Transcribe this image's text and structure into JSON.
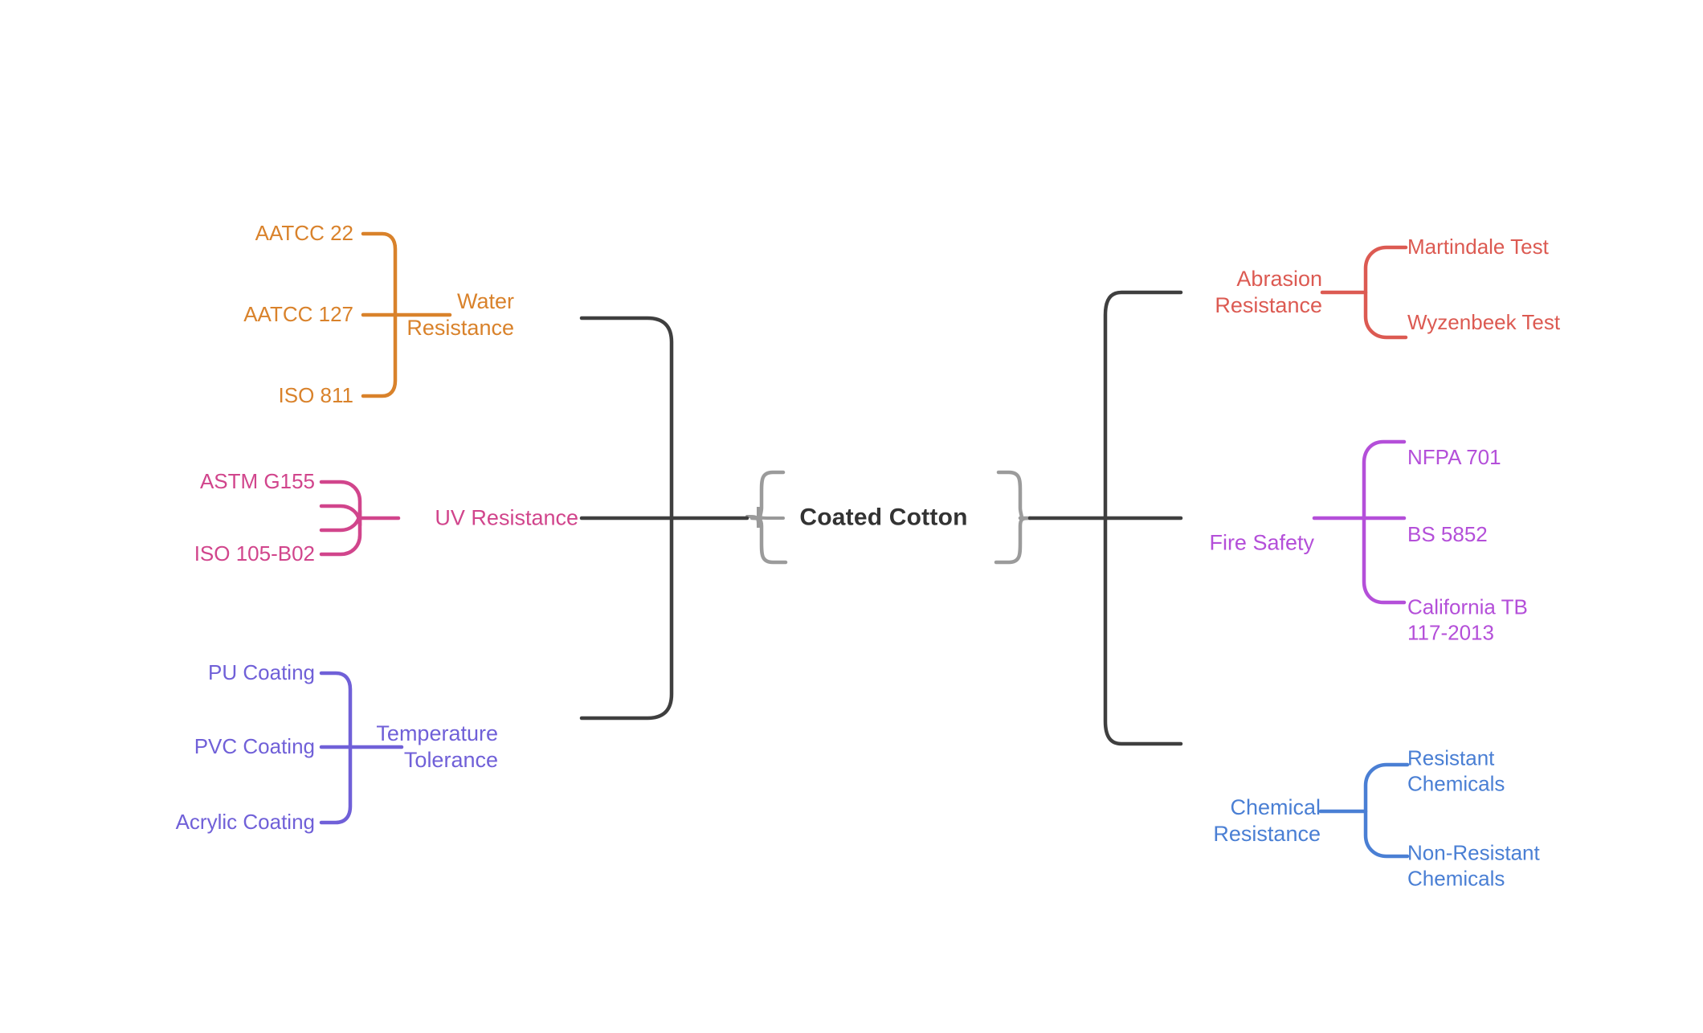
{
  "diagram": {
    "type": "mindmap",
    "title": "Coated Cotton",
    "background_color": "#ffffff",
    "central_node": {
      "label": "Coated Cotton",
      "text_color": "#333333",
      "bracket_color": "#999999"
    },
    "connector_color": "#3f3f3f",
    "branches": [
      {
        "id": "water-resistance",
        "label": "Water\nResistance",
        "color": "#D9822B",
        "side": "left",
        "children": [
          {
            "label": "AATCC 22"
          },
          {
            "label": "AATCC 127"
          },
          {
            "label": "ISO 811"
          }
        ]
      },
      {
        "id": "uv-resistance",
        "label": "UV Resistance",
        "color": "#D1458C",
        "side": "left",
        "children": [
          {
            "label": "ASTM G155"
          },
          {
            "label": "ISO 105-B02"
          }
        ]
      },
      {
        "id": "temperature-tolerance",
        "label": "Temperature\nTolerance",
        "color": "#7060D8",
        "side": "left",
        "children": [
          {
            "label": "PU Coating"
          },
          {
            "label": "PVC Coating"
          },
          {
            "label": "Acrylic Coating"
          }
        ]
      },
      {
        "id": "abrasion-resistance",
        "label": "Abrasion\nResistance",
        "color": "#DC5A52",
        "side": "right",
        "children": [
          {
            "label": "Martindale Test"
          },
          {
            "label": "Wyzenbeek Test"
          }
        ]
      },
      {
        "id": "fire-safety",
        "label": "Fire Safety",
        "color": "#B44FD9",
        "side": "right",
        "children": [
          {
            "label": "NFPA 701"
          },
          {
            "label": "BS 5852"
          },
          {
            "label": "California TB\n117-2013"
          }
        ]
      },
      {
        "id": "chemical-resistance",
        "label": "Chemical\nResistance",
        "color": "#4A7FD4",
        "side": "right",
        "children": [
          {
            "label": "Resistant\nChemicals"
          },
          {
            "label": "Non-Resistant\nChemicals"
          }
        ]
      }
    ]
  }
}
